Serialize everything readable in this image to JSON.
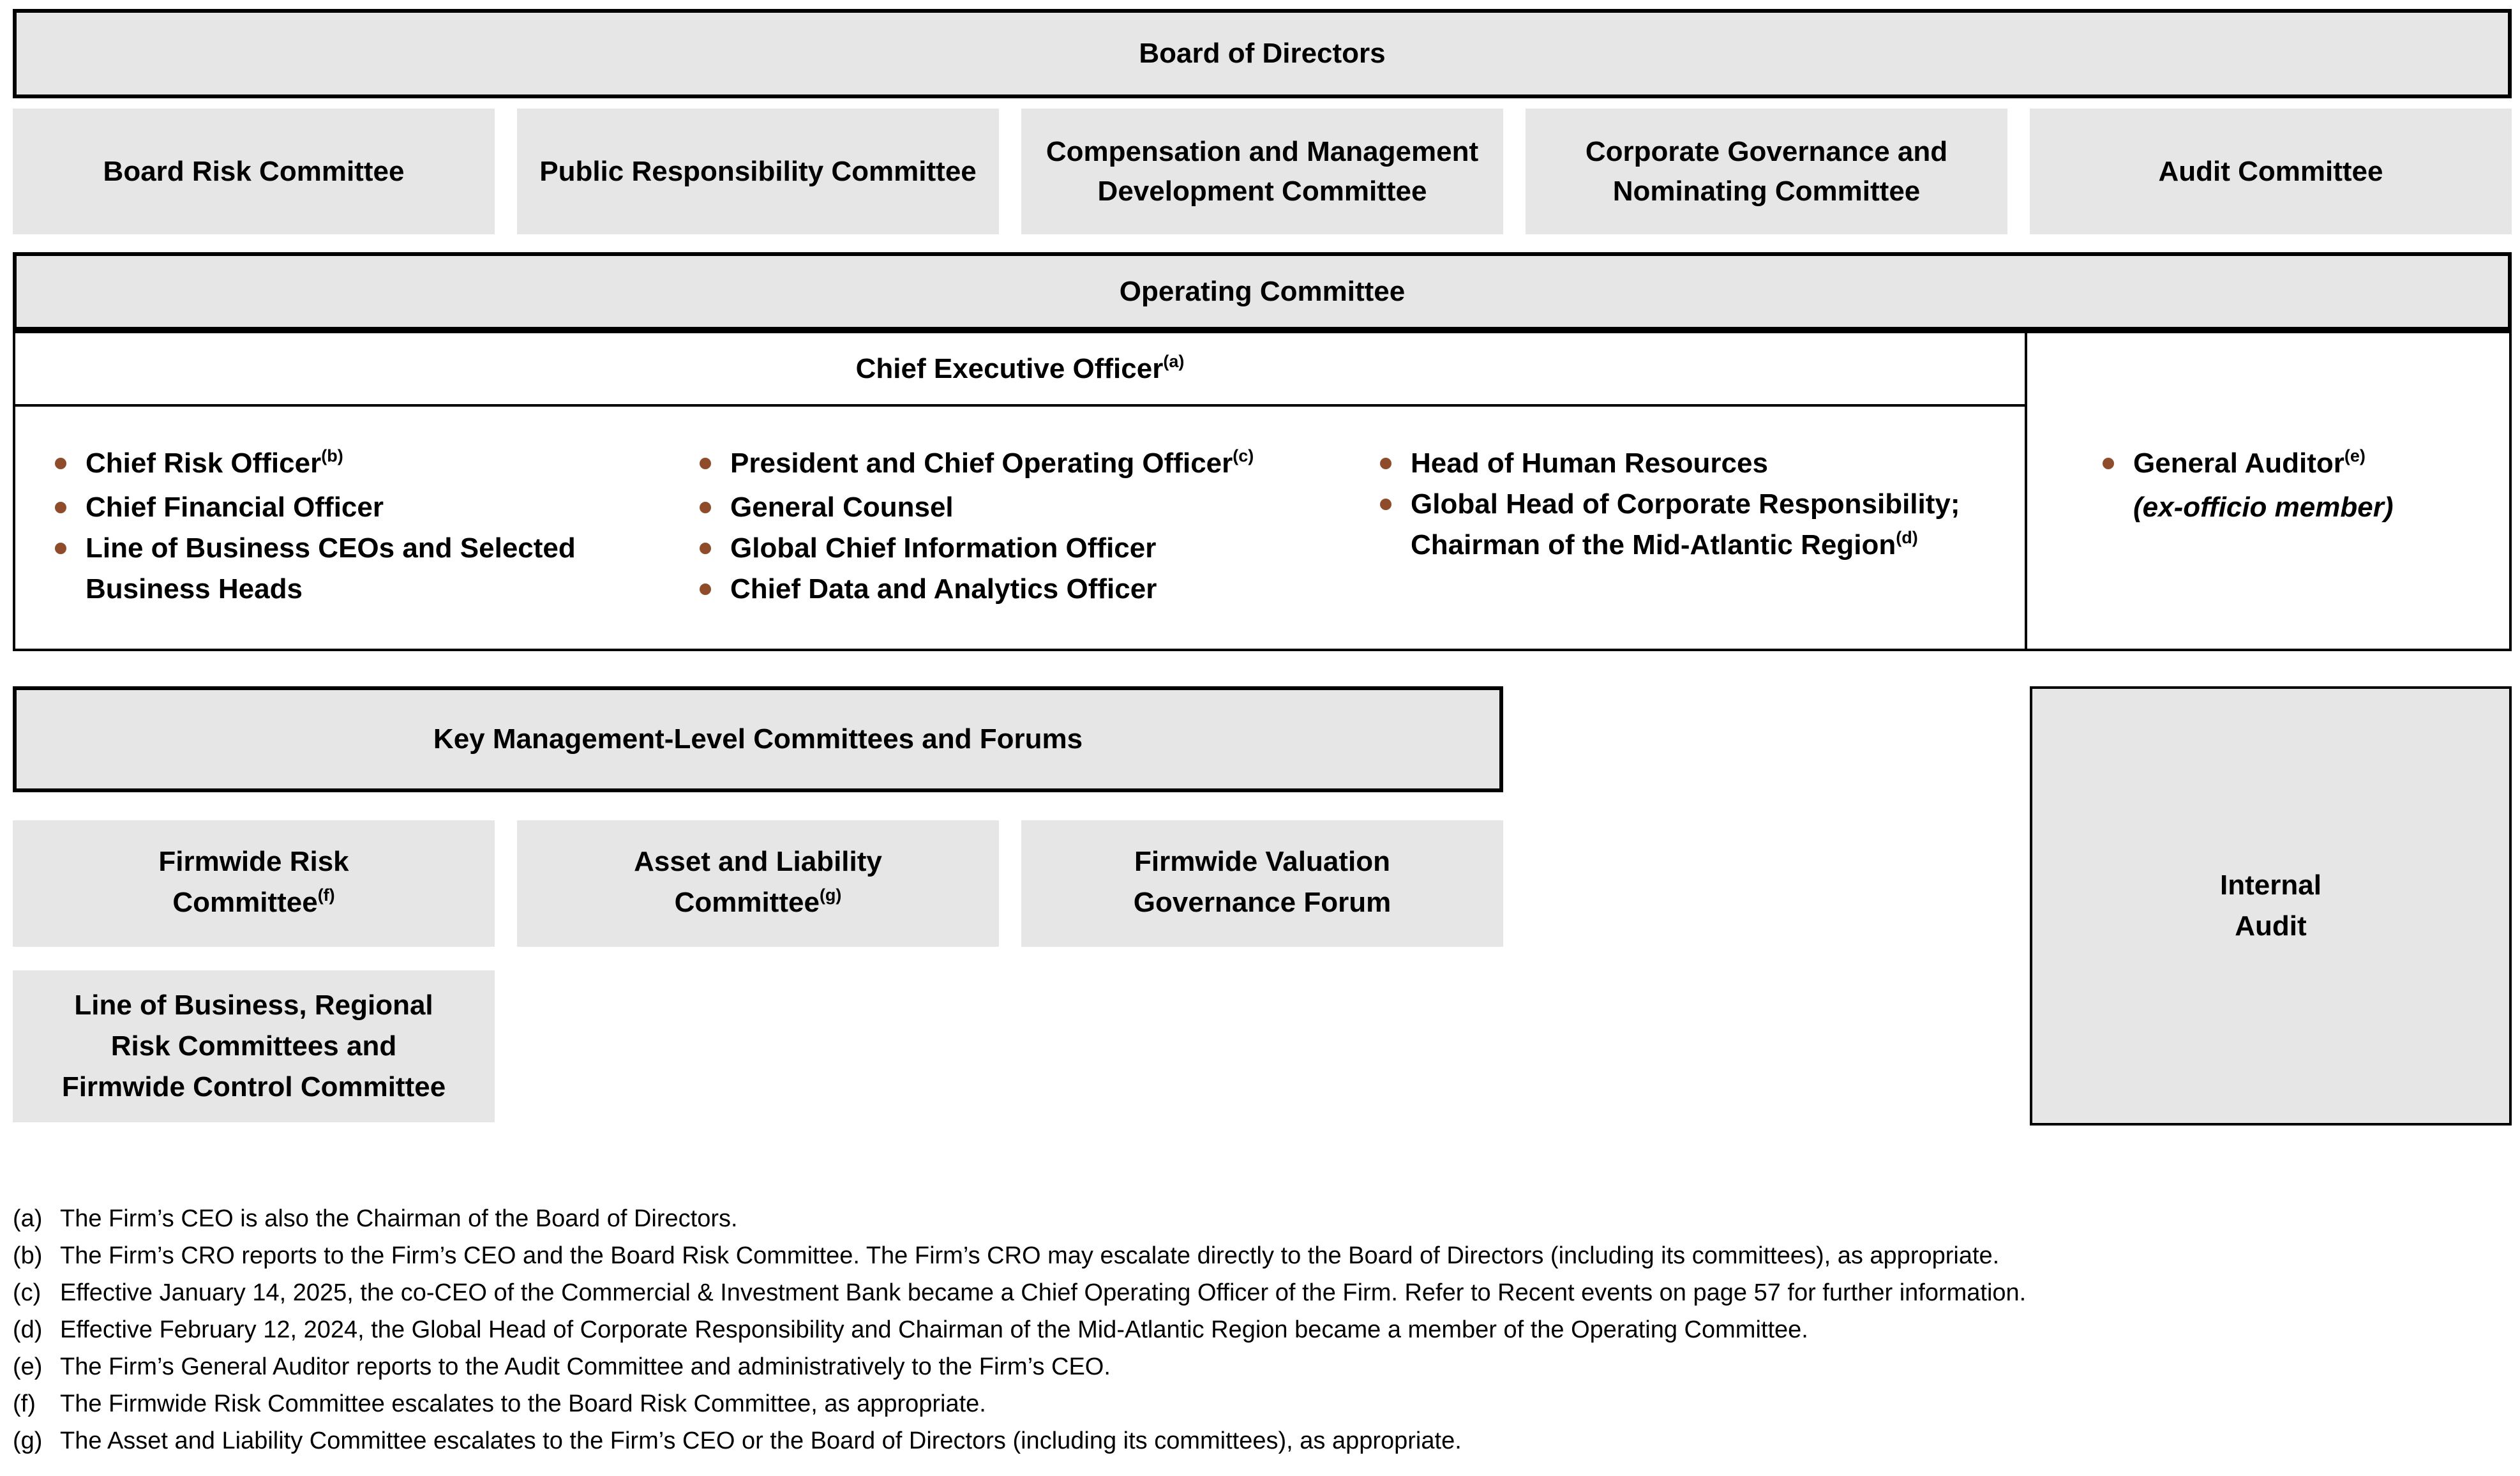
{
  "colors": {
    "box_fill": "#e6e6e6",
    "border": "#000000",
    "bullet": "#8f4c2b",
    "text": "#000000"
  },
  "board": {
    "label": "Board of Directors"
  },
  "board_committees": [
    {
      "label": "Board Risk Committee"
    },
    {
      "label": "Public Responsibility Committee"
    },
    {
      "label": "Compensation and Management Development Committee"
    },
    {
      "label": "Corporate Governance and Nominating Committee"
    },
    {
      "label": "Audit Committee"
    }
  ],
  "operating_committee": {
    "header": "Operating Committee"
  },
  "ceo": {
    "label": "Chief Executive Officer",
    "ref": "(a)"
  },
  "operating_members": {
    "col1": [
      {
        "text": "Chief Risk Officer",
        "ref": "(b)"
      },
      {
        "text": "Chief Financial Officer"
      },
      {
        "text": "Line of Business CEOs and Selected"
      },
      {
        "text": "Business Heads"
      }
    ],
    "col2": [
      {
        "text": "President and Chief Operating Officer",
        "ref": "(c)"
      },
      {
        "text": "General Counsel"
      },
      {
        "text": "Global Chief Information Officer"
      },
      {
        "text": "Chief Data and Analytics Officer"
      }
    ],
    "col3": [
      {
        "text": "Head of Human Resources"
      },
      {
        "text": "Global Head of Corporate Responsibility;"
      },
      {
        "text": "Chairman of the Mid-Atlantic Region",
        "ref": "(d)"
      }
    ],
    "col4": [
      {
        "text": "General Auditor",
        "ref": "(e)"
      },
      {
        "text": "(ex-officio member)"
      }
    ]
  },
  "management_committees": {
    "header": "Key Management-Level Committees and Forums",
    "boxes": [
      {
        "line1": "Firmwide Risk",
        "line2": "Committee",
        "ref": "(f)"
      },
      {
        "line1": "Asset and Liability",
        "line2": "Committee",
        "ref": "(g)"
      },
      {
        "line1": "Firmwide Valuation",
        "line2": "Governance Forum",
        "ref": ""
      }
    ],
    "lob_box": {
      "lines": [
        "Line of Business, Regional",
        "Risk Committees and",
        "Firmwide Control Committee"
      ]
    }
  },
  "internal_audit": {
    "lines": [
      "Internal",
      "Audit"
    ]
  },
  "footnotes": [
    {
      "marker": "(a)",
      "text": "The Firm’s CEO is also the Chairman of the Board of Directors."
    },
    {
      "marker": "(b)",
      "text": "The Firm’s CRO reports to the Firm’s CEO and the Board Risk Committee. The Firm’s CRO may escalate directly to the Board of Directors (including its committees), as appropriate."
    },
    {
      "marker": "(c)",
      "text": "Effective January 14, 2025, the co-CEO of the Commercial & Investment Bank became a Chief Operating Officer of the Firm. Refer to Recent events on page 57 for further information."
    },
    {
      "marker": "(d)",
      "text": "Effective February 12, 2024, the Global Head of Corporate Responsibility and Chairman of the Mid-Atlantic Region became a member of the Operating Committee."
    },
    {
      "marker": "(e)",
      "text": "The Firm’s General Auditor reports to the Audit Committee and administratively to the Firm’s CEO."
    },
    {
      "marker": "(f)",
      "text": "The Firmwide Risk Committee escalates to the Board Risk Committee, as appropriate."
    },
    {
      "marker": "(g)",
      "text": "The Asset and Liability Committee escalates to the Firm’s CEO or the Board of Directors (including its committees), as appropriate."
    }
  ]
}
